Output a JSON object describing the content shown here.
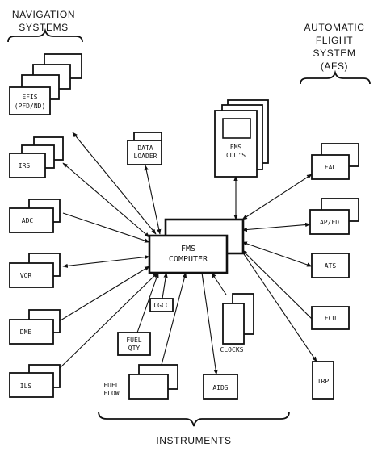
{
  "headings": {
    "navigation_line1": "NAVIGATION",
    "navigation_line2": "SYSTEMS",
    "afs_line1": "AUTOMATIC",
    "afs_line2": "FLIGHT",
    "afs_line3": "SYSTEM",
    "afs_line4": "(AFS)",
    "instruments": "INSTRUMENTS"
  },
  "center": {
    "line1": "FMS",
    "line2": "COMPUTER"
  },
  "boxes": {
    "efis_line1": "EFIS",
    "efis_line2": "(PFD/ND)",
    "irs": "IRS",
    "adc": "ADC",
    "vor": "VOR",
    "dme": "DME",
    "ils": "ILS",
    "data_loader_line1": "DATA",
    "data_loader_line2": "LOADER",
    "fms_cdus_line1": "FMS",
    "fms_cdus_line2": "CDU'S",
    "fac": "FAC",
    "apfd": "AP/FD",
    "ats": "ATS",
    "fcu": "FCU",
    "trp": "TRP",
    "cgcc": "CGCC",
    "fuel_qty_line1": "FUEL",
    "fuel_qty_line2": "QTY",
    "fuel_flow_line1": "FUEL",
    "fuel_flow_line2": "FLOW",
    "clocks": "CLOCKS",
    "aids": "AIDS"
  }
}
